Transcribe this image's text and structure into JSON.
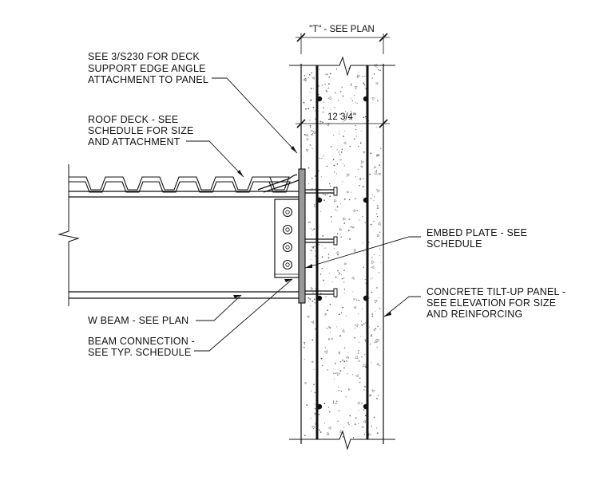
{
  "dimensions": {
    "panel_thickness": "\"T\" - SEE PLAN",
    "rebar_spacing": "12 3/4\""
  },
  "callouts": {
    "deck_support": [
      "SEE 3/S230 FOR DECK",
      "SUPPORT EDGE ANGLE",
      "ATTACHMENT TO PANEL"
    ],
    "roof_deck": [
      "ROOF DECK - SEE",
      "SCHEDULE FOR SIZE",
      "AND ATTACHMENT"
    ],
    "w_beam": [
      "W BEAM - SEE PLAN"
    ],
    "beam_connection": [
      "BEAM CONNECTION -",
      "SEE TYP. SCHEDULE"
    ],
    "embed_plate": [
      "EMBED PLATE - SEE",
      "SCHEDULE"
    ],
    "tilt_up_panel": [
      "CONCRETE TILT-UP PANEL -",
      "SEE ELEVATION FOR SIZE",
      "AND REINFORCING"
    ]
  }
}
